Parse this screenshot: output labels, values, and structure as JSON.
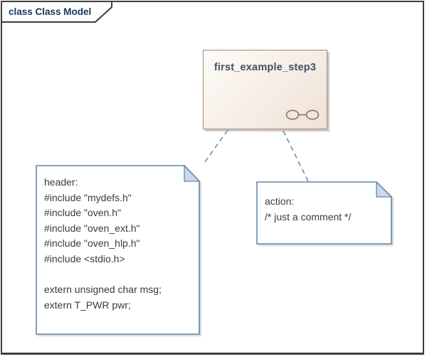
{
  "frame": {
    "label": "class Class Model"
  },
  "class_box": {
    "title": "first_example_step3",
    "icon": "spectacles-icon"
  },
  "notes": {
    "header": {
      "lines": [
        "header:",
        "#include \"mydefs.h\"",
        "#include \"oven.h\"",
        "#include \"oven_ext.h\"",
        "#include \"oven_hlp.h\"",
        "#include <stdio.h>",
        "",
        "extern unsigned char msg;",
        "extern T_PWR pwr;"
      ]
    },
    "action": {
      "lines": [
        "action:",
        "/* just a comment */"
      ]
    }
  },
  "colors": {
    "frame_border": "#3e3e3e",
    "tab_text": "#17365d",
    "class_fill_light": "#fdfbf8",
    "class_fill_dark": "#efe1d6",
    "class_border": "#9e8878",
    "class_title": "#445062",
    "class_icon_stroke": "#8b7468",
    "note_border": "#6288aa",
    "note_fold_fill": "#ccd8e4",
    "note_text": "#3b3b3b",
    "connector": "#6288aa"
  }
}
